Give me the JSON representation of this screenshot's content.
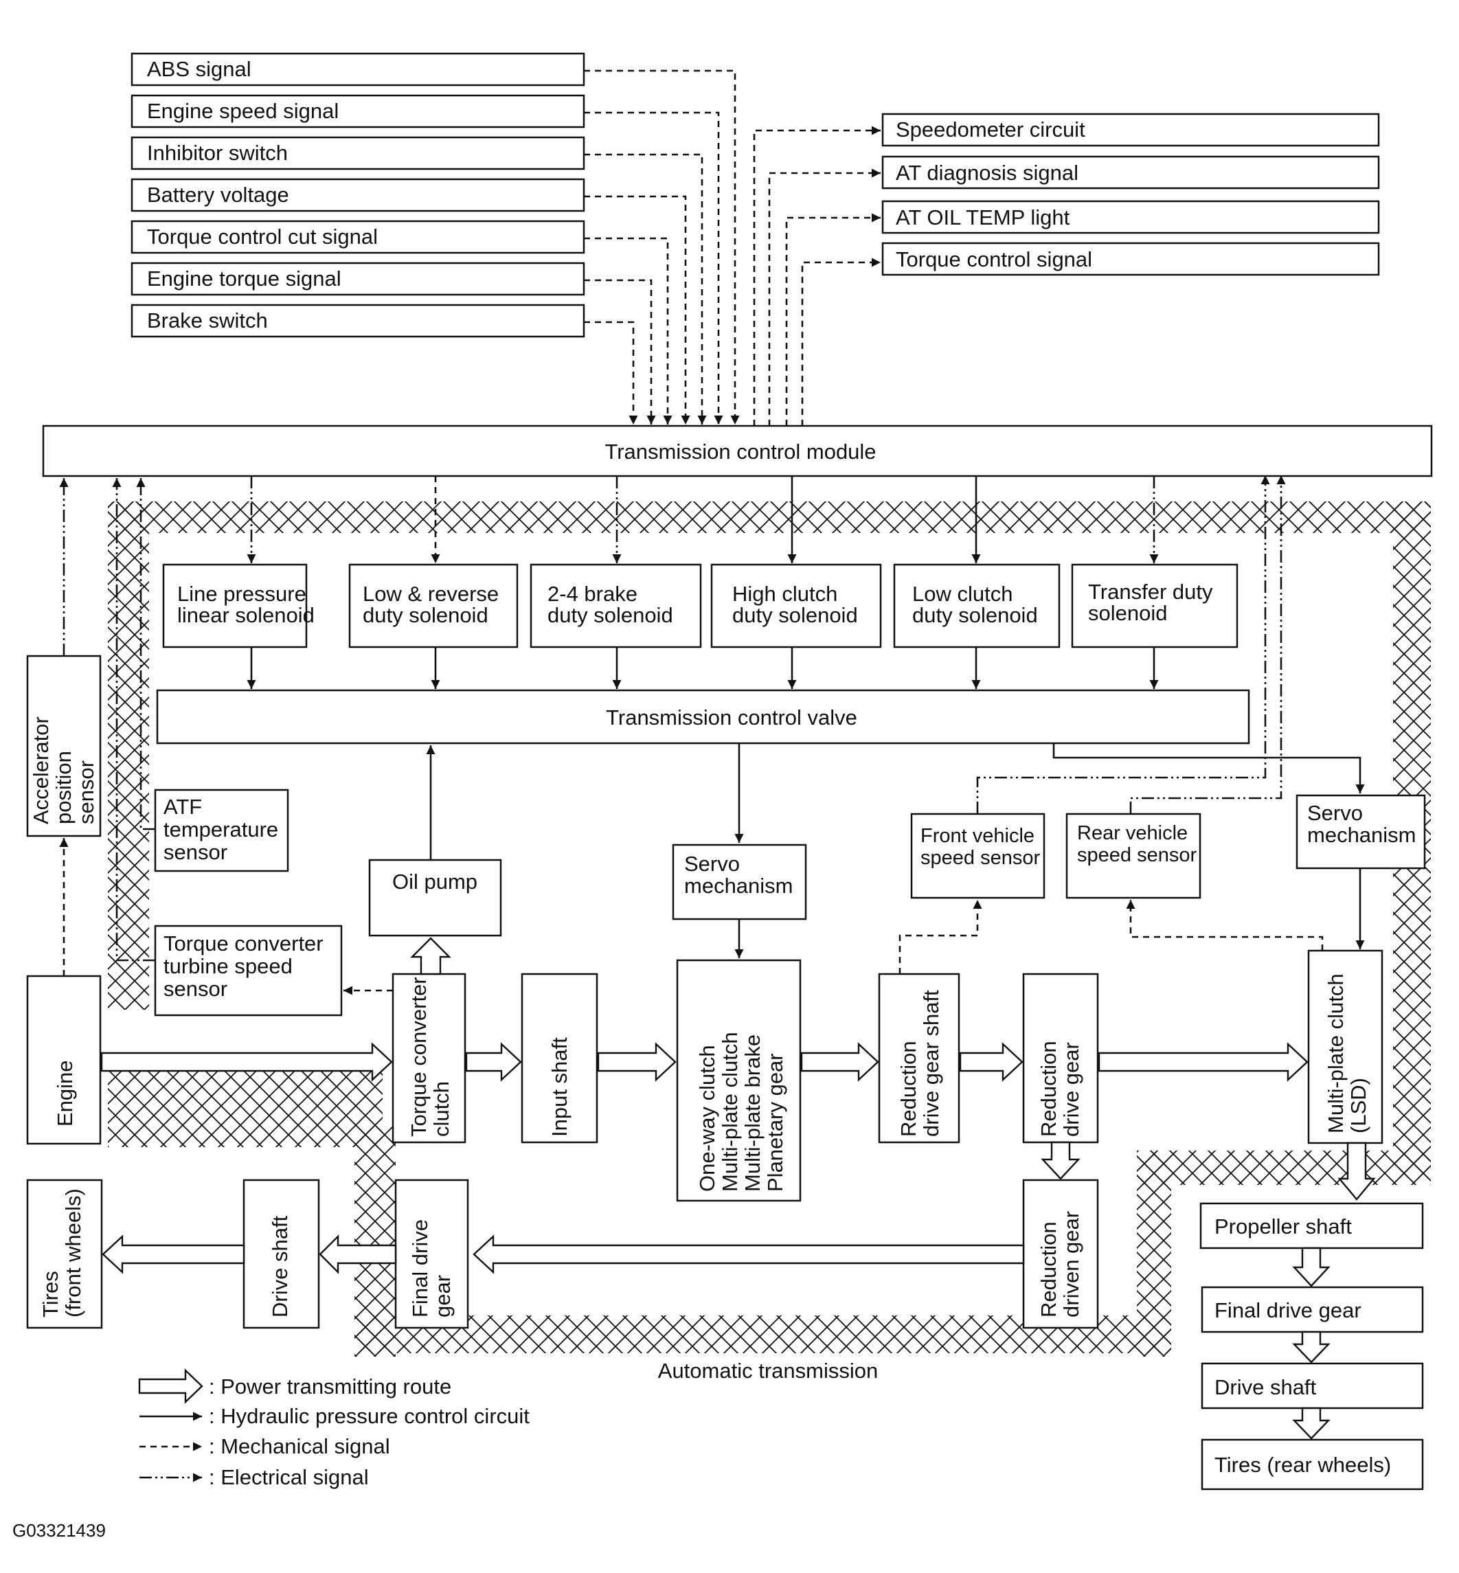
{
  "inputs": {
    "abs": "ABS signal",
    "engine_speed": "Engine speed signal",
    "inhibitor": "Inhibitor switch",
    "battery": "Battery voltage",
    "torque_cut": "Torque control cut signal",
    "engine_torque": "Engine torque signal",
    "brake": "Brake switch"
  },
  "outputs": {
    "speedometer": "Speedometer circuit",
    "at_diag": "AT diagnosis signal",
    "at_oil_temp": "AT OIL TEMP light",
    "torque_control": "Torque control signal"
  },
  "tcm": "Transmission control module",
  "solenoids": {
    "line_pressure": [
      "Line pressure",
      "linear solenoid"
    ],
    "low_reverse": [
      "Low & reverse",
      "duty solenoid"
    ],
    "brake_24": [
      "2-4 brake",
      "duty solenoid"
    ],
    "high_clutch": [
      "High clutch",
      "duty solenoid"
    ],
    "low_clutch": [
      "Low clutch",
      "duty solenoid"
    ],
    "transfer": [
      "Transfer duty",
      "solenoid"
    ]
  },
  "valve": "Transmission control valve",
  "sensors": {
    "accel": [
      "Accelerator",
      "position",
      "sensor"
    ],
    "atf": [
      "ATF",
      "temperature",
      "sensor"
    ],
    "tc_turbine": [
      "Torque converter",
      "turbine speed",
      "sensor"
    ],
    "front_speed": [
      "Front vehicle",
      "speed sensor"
    ],
    "rear_speed": [
      "Rear vehicle",
      "speed sensor"
    ]
  },
  "components": {
    "oil_pump": "Oil pump",
    "servo_center": [
      "Servo",
      "mechanism"
    ],
    "servo_right": [
      "Servo",
      "mechanism"
    ],
    "engine": "Engine",
    "tc_clutch": [
      "Torque converter",
      "clutch"
    ],
    "input_shaft": "Input shaft",
    "planetary": [
      "One-way clutch",
      "Multi-plate clutch",
      "Multi-plate brake",
      "Planetary gear"
    ],
    "red_drive_shaft": [
      "Reduction",
      "drive gear shaft"
    ],
    "red_drive_gear": [
      "Reduction",
      "drive gear"
    ],
    "multi_plate_lsd": [
      "Multi-plate clutch",
      "(LSD)"
    ],
    "red_driven_gear": [
      "Reduction",
      "driven gear"
    ],
    "final_drive_front": [
      "Final drive",
      "gear"
    ],
    "drive_shaft_front": "Drive shaft",
    "tires_front": [
      "Tires",
      "(front wheels)"
    ],
    "propeller": "Propeller shaft",
    "final_drive_rear": "Final drive gear",
    "drive_shaft_rear": "Drive shaft",
    "tires_rear": "Tires (rear wheels)"
  },
  "at_label": "Automatic transmission",
  "legend": {
    "power": ": Power transmitting route",
    "hydraulic": ": Hydraulic pressure control circuit",
    "mechanical": ": Mechanical signal",
    "electrical": ": Electrical signal"
  },
  "figure_code": "G03321439"
}
